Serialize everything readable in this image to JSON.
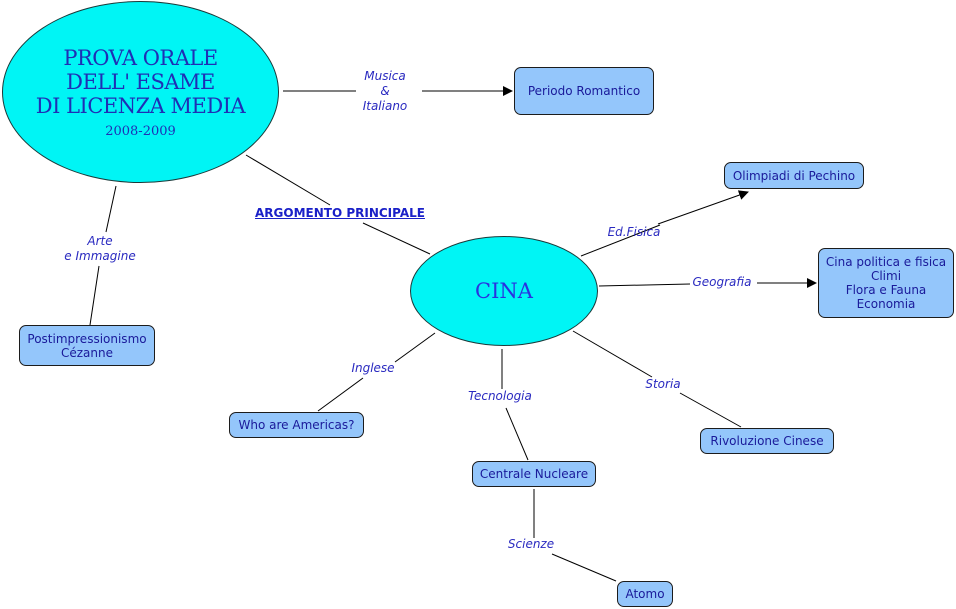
{
  "main_topic": {
    "title_lines": [
      "PROVA ORALE",
      "DELL' ESAME",
      "DI LICENZA MEDIA"
    ],
    "years": "2008-2009"
  },
  "central_topic": {
    "label": "CINA"
  },
  "link_main_to_central": {
    "label": "ARGOMENTO PRINCIPALE"
  },
  "nodes": {
    "periodo_romantico": {
      "lines": [
        "Periodo Romantico"
      ]
    },
    "postimpressionismo": {
      "lines": [
        "Postimpressionismo",
        "Cézanne"
      ]
    },
    "olimpiadi": {
      "lines": [
        "Olimpiadi di Pechino"
      ]
    },
    "cina_politica": {
      "lines": [
        "Cina politica e fisica",
        "Climi",
        "Flora e Fauna",
        "Economia"
      ]
    },
    "who_are_americas": {
      "lines": [
        "Who are Americas?"
      ]
    },
    "centrale_nucleare": {
      "lines": [
        "Centrale Nucleare"
      ]
    },
    "rivoluzione_cinese": {
      "lines": [
        "Rivoluzione Cinese"
      ]
    },
    "atomo": {
      "lines": [
        "Atomo"
      ]
    }
  },
  "link_labels": {
    "musica": [
      "Musica",
      "&",
      "Italiano"
    ],
    "arte": [
      "Arte",
      "e Immagine"
    ],
    "edfisica": [
      "Ed.Fisica"
    ],
    "geografia": [
      "Geografia"
    ],
    "inglese": [
      "Inglese"
    ],
    "tecnologia": [
      "Tecnologia"
    ],
    "storia": [
      "Storia"
    ],
    "scienze": [
      "Scienze"
    ]
  },
  "colors": {
    "ellipse_fill": "#00f5f5",
    "node_fill": "#94c6fb",
    "text_blue": "#1a1a9a",
    "label_blue": "#2a2ac0"
  }
}
